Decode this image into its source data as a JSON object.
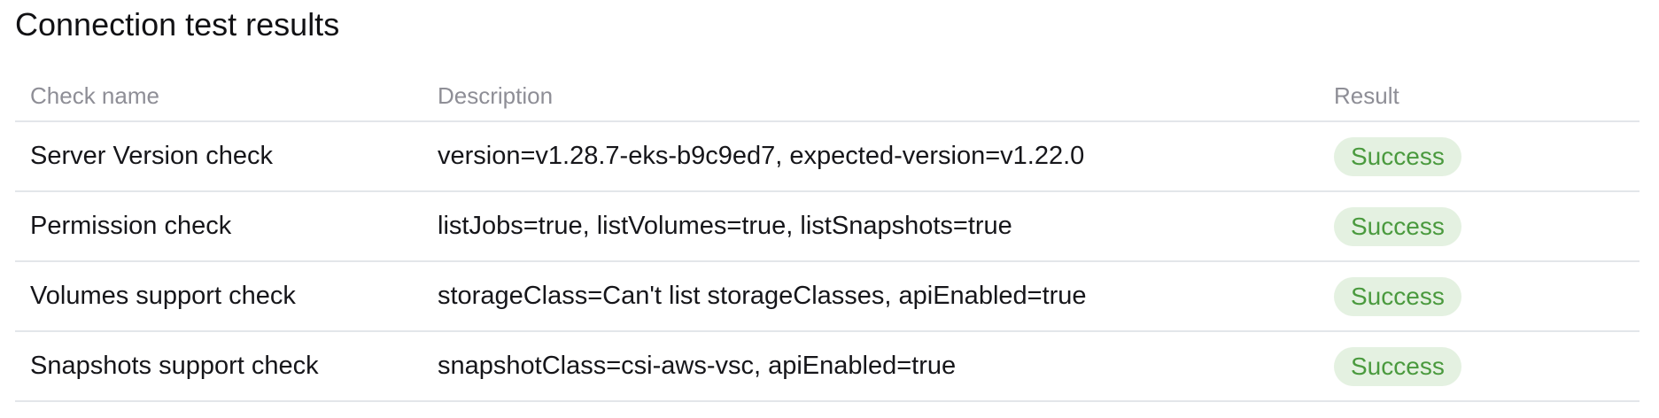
{
  "title": "Connection test results",
  "table": {
    "columns": [
      "Check name",
      "Description",
      "Result"
    ],
    "rows": [
      {
        "name": "Server Version check",
        "description": "version=v1.28.7-eks-b9c9ed7, expected-version=v1.22.0",
        "result": "Success"
      },
      {
        "name": "Permission check",
        "description": "listJobs=true, listVolumes=true, listSnapshots=true",
        "result": "Success"
      },
      {
        "name": "Volumes support check",
        "description": "storageClass=Can't list storageClasses, apiEnabled=true",
        "result": "Success"
      },
      {
        "name": "Snapshots support check",
        "description": "snapshotClass=csi-aws-vsc, apiEnabled=true",
        "result": "Success"
      }
    ]
  },
  "colors": {
    "success_text": "#4a9a3e",
    "success_bg": "#e4f1e1",
    "header_text": "#8e8e96",
    "divider": "#e3e6ea"
  }
}
